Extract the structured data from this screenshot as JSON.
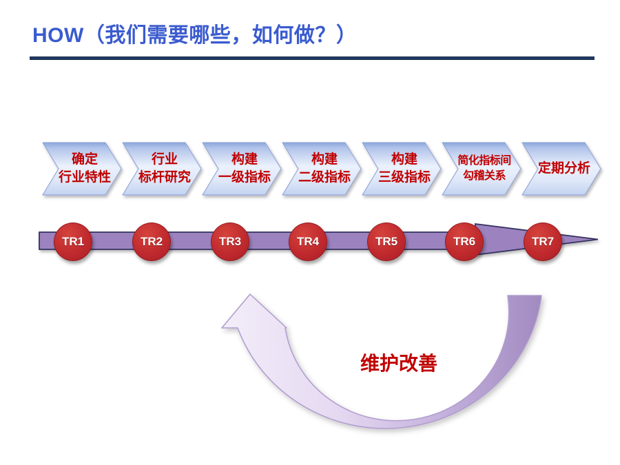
{
  "slide": {
    "title": "HOW（我们需要哪些，如何做？）",
    "title_color": "#3A5BCF",
    "rule_color": "#1B3258",
    "background_color": "#FFFFFF"
  },
  "process": {
    "step_text_color": "#C00000",
    "chevron_fill_top": "#8BA6DC",
    "chevron_fill_middle": "#EBF1FC",
    "chevron_fill_bottom": "#C3D3F0",
    "steps": [
      {
        "line1": "确定",
        "line2": "行业特性"
      },
      {
        "line1": "行业",
        "line2": "标杆研究"
      },
      {
        "line1": "构建",
        "line2": "一级指标"
      },
      {
        "line1": "构建",
        "line2": "二级指标"
      },
      {
        "line1": "构建",
        "line2": "三级指标"
      },
      {
        "line1": "简化指标间",
        "line2": "勾稽关系"
      },
      {
        "line1": "定期分析",
        "line2": ""
      }
    ]
  },
  "timeline": {
    "bar_color": "#9C83BF",
    "bar_border_color": "#35315F",
    "node_color": "#C0272D",
    "node_text_color": "#FFFFFF",
    "labels": [
      "TR1",
      "TR2",
      "TR3",
      "TR4",
      "TR5",
      "TR6",
      "TR7"
    ]
  },
  "loop": {
    "label": "维护改善",
    "label_color": "#C00000",
    "arrow_light_color": "#F3EDF9",
    "arrow_dark_color": "#A18AC0"
  }
}
